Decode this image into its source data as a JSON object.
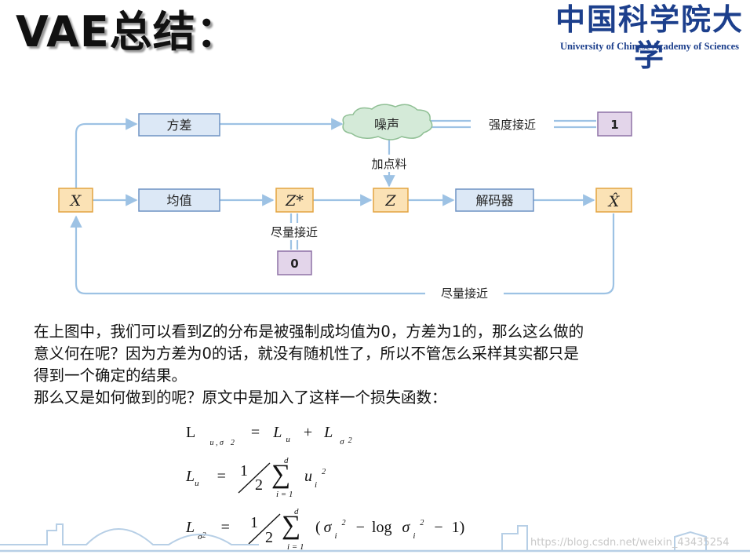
{
  "title": "VAE总结：",
  "logo": {
    "name_cn": "中国科学院大学",
    "name_en": "University of Chinese Academy of Sciences"
  },
  "diagram": {
    "nodes": {
      "variance": "方差",
      "noise": "噪声",
      "one": "1",
      "x": "X",
      "mean": "均值",
      "zstar": "Z*",
      "z": "Z",
      "decoder": "解码器",
      "xhat": "X̂",
      "zero": "0"
    },
    "edge_labels": {
      "strength_close": "强度接近",
      "add_material": "加点料",
      "close_zero": "尽量接近",
      "close_bottom": "尽量接近"
    },
    "colors": {
      "blue_fill": "#dce8f6",
      "blue_border": "#6f93c4",
      "orange_fill": "#fbe2b5",
      "orange_border": "#e3a440",
      "purple_fill": "#e3d5ea",
      "purple_border": "#8e72a6",
      "arrow": "#9dc2e4"
    }
  },
  "text": {
    "para1_line1": "在上图中，我们可以看到Z的分布是被强制成均值为0，方差为1的，那么这么做的",
    "para1_line2": "意义何在呢？因为方差为0的话，就没有随机性了，所以不管怎么采样其实都只是",
    "para1_line3": "得到一个确定的结果。",
    "para2": "那么又是如何做到的呢？原文中是加入了这样一个损失函数："
  },
  "formulas": {
    "f1": {
      "lhs": "L",
      "lhs_sub": "u , σ",
      "lhs_sup": "2",
      "eq": "=",
      "t1": "L",
      "t1_sub": "u",
      "plus": "+",
      "t2": "L",
      "t2_sub": "σ",
      "t2_sup": "2"
    },
    "f2": {
      "lhs": "L",
      "lhs_sub": "u",
      "eq": "=",
      "frac_num": "1",
      "frac_den": "2",
      "sum": "∑",
      "sum_top": "d",
      "sum_bottom": "i = 1",
      "term": "u",
      "term_sub": "i",
      "term_sup": "2"
    },
    "f3": {
      "lhs": "L",
      "lhs_sub": "σ",
      "lhs_sup": "2",
      "eq": "=",
      "frac_num": "1",
      "frac_den": "2",
      "sum": "∑",
      "sum_top": "d",
      "sum_bottom": "i = 1",
      "open": "(",
      "sigma": "σ",
      "sigma_sub": "i",
      "sigma_sup": "2",
      "minus1": "−",
      "log": "log",
      "sigma2": "σ",
      "sigma2_sub": "i",
      "sigma2_sup": "2",
      "minus2": "−",
      "one": "1",
      "close": ")"
    }
  },
  "watermark": "https://blog.csdn.net/weixin_43435254"
}
